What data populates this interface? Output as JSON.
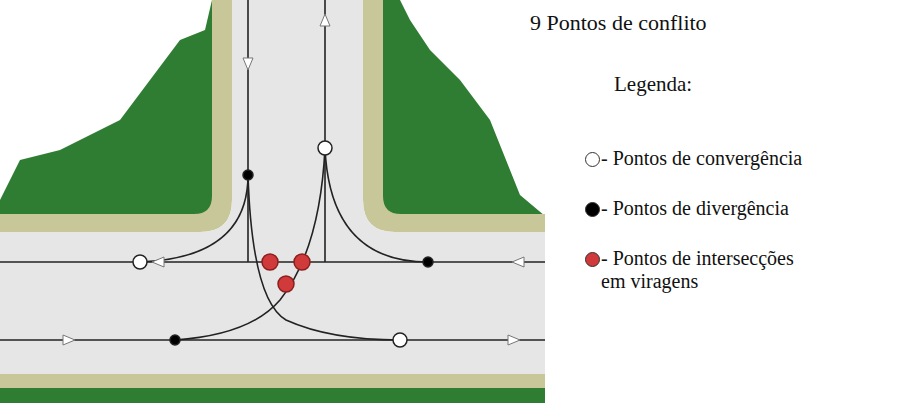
{
  "diagram": {
    "title": "9 Pontos de conflito",
    "labels": [
      "Legenda:"
    ],
    "legend": [
      {
        "text": "- Pontos de convergência",
        "color": "#ffffff"
      },
      {
        "text": "- Pontos de divergência",
        "color": "#000000"
      },
      {
        "text": "- Pontos de intersecções em viragens",
        "color": "#d03a3a"
      }
    ]
  }
}
